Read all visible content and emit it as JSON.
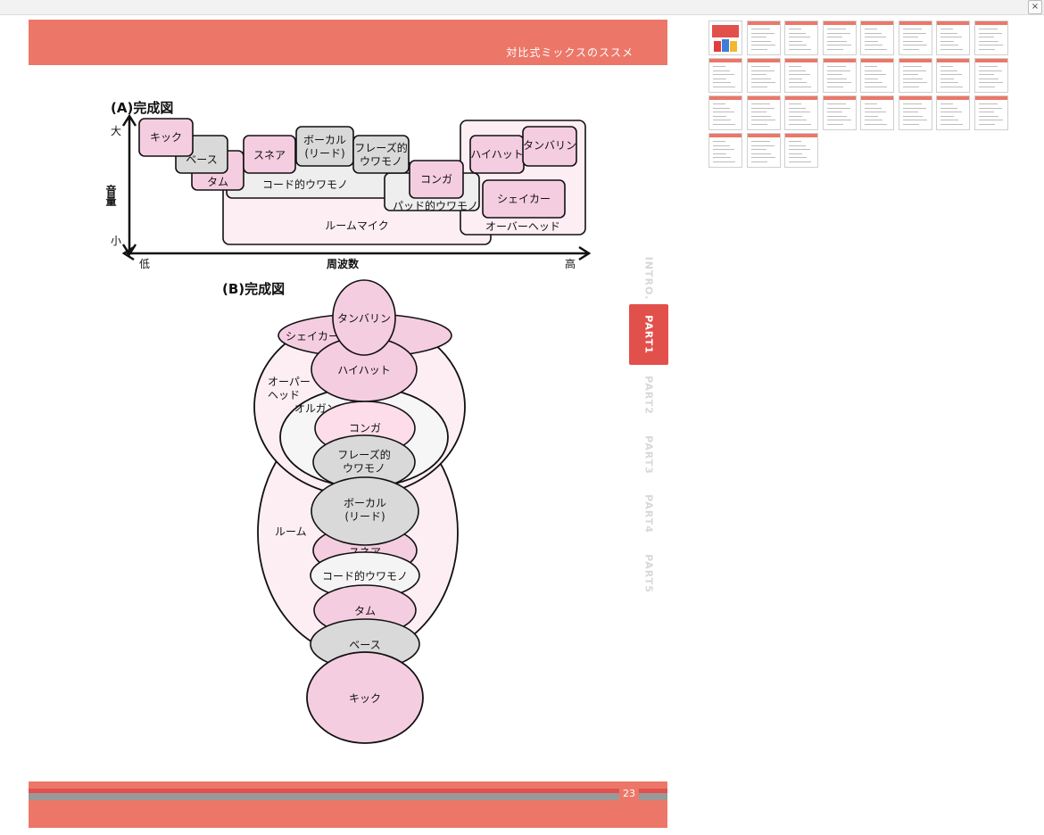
{
  "window": {
    "close_label": "×"
  },
  "page": {
    "header_title": "対比式ミックスのススメ",
    "page_number": "23"
  },
  "colors": {
    "accent": "#ec7769",
    "accent_dark": "#e2504c",
    "pink": "#f5cde0",
    "light_pink": "#fce9f1",
    "gray": "#d9d9d9"
  },
  "figure_a": {
    "title": "(A)完成図",
    "y_axis": {
      "label": "音量",
      "high": "大",
      "low": "小"
    },
    "x_axis": {
      "label": "周波数",
      "low": "低",
      "high": "高"
    },
    "boxes": {
      "kick": "キック",
      "bass": "ベース",
      "tom": "タム",
      "snare": "スネア",
      "vocal_1": "ボーカル",
      "vocal_2": "(リード)",
      "phrase_1": "フレーズ的",
      "phrase_2": "ウワモノ",
      "chord": "コード的ウワモノ",
      "conga": "コンガ",
      "pad": "パッド的ウワモノ",
      "hihat": "ハイハット",
      "tambourine": "タンバリン",
      "shaker": "シェイカー",
      "overhead": "オーバーヘッド",
      "room": "ルームマイク"
    }
  },
  "figure_b": {
    "title": "(B)完成図",
    "labels": {
      "tambourine": "タンバリン",
      "shaker": "シェイカー",
      "hihat": "ハイハット",
      "overhead_1": "オーパー",
      "overhead_2": "ヘッド",
      "organ": "オルガン",
      "conga": "コンガ",
      "phrase_1": "フレーズ的",
      "phrase_2": "ウワモノ",
      "vocal_1": "ボーカル",
      "vocal_2": "(リード)",
      "room": "ルーム",
      "snare": "スネア",
      "chord": "コード的ウワモノ",
      "tom": "タム",
      "bass": "ベース",
      "kick": "キック"
    }
  },
  "nav_tabs": [
    {
      "label": "INTRO.",
      "active": false
    },
    {
      "label": "PART1",
      "active": true
    },
    {
      "label": "PART2",
      "active": false
    },
    {
      "label": "PART3",
      "active": false
    },
    {
      "label": "PART4",
      "active": false
    },
    {
      "label": "PART5",
      "active": false
    }
  ]
}
